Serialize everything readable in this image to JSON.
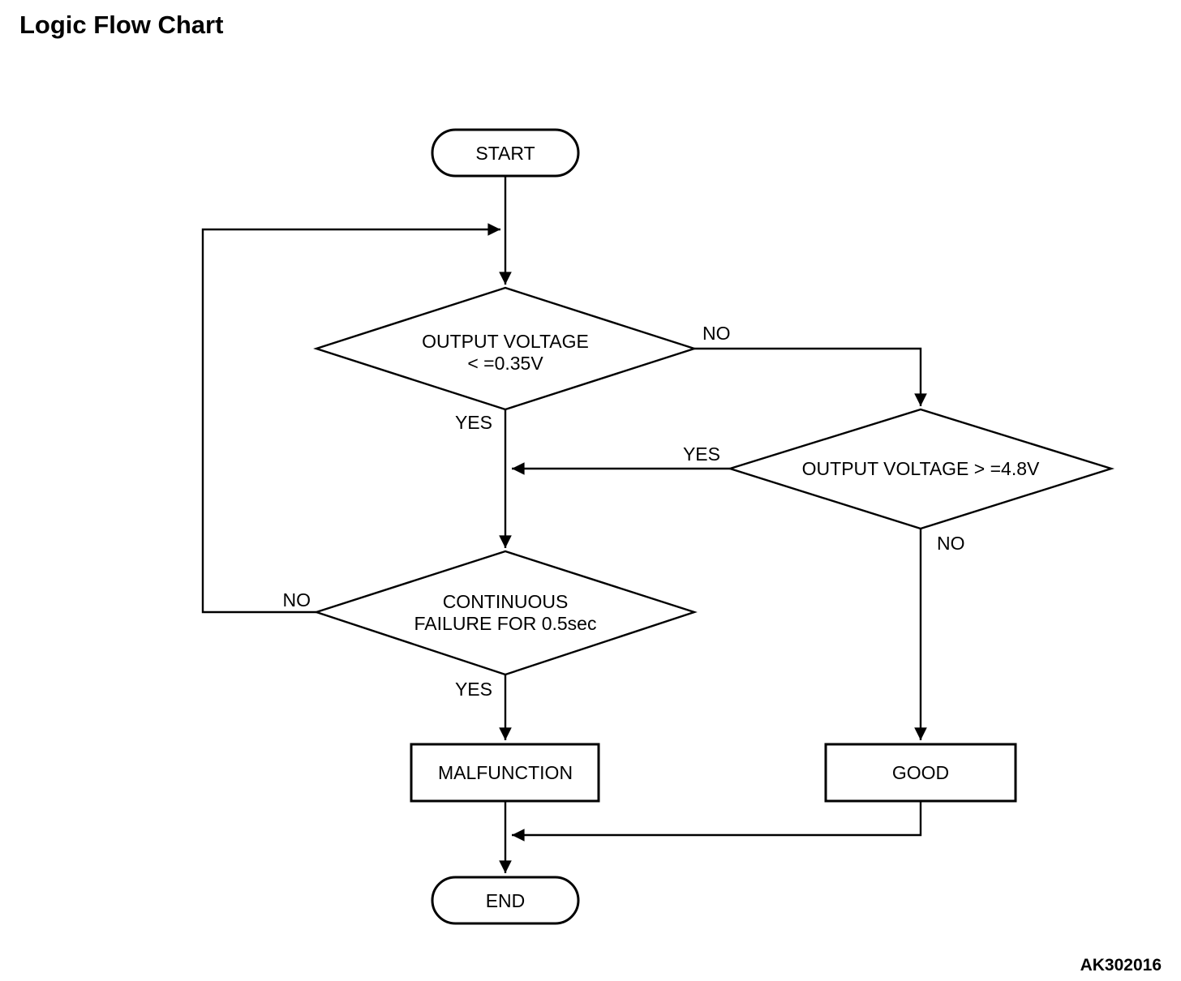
{
  "page": {
    "title": "Logic Flow Chart",
    "footer_code": "AK302016"
  },
  "colors": {
    "background": "#ffffff",
    "line": "#000000",
    "text": "#000000"
  },
  "flowchart": {
    "start": {
      "label": "START"
    },
    "decision_voltage_low": {
      "line1": "OUTPUT VOLTAGE",
      "line2": "< =0.35V",
      "no_label": "NO",
      "yes_label": "YES"
    },
    "decision_voltage_high": {
      "label": "OUTPUT VOLTAGE > =4.8V",
      "yes_label": "YES",
      "no_label": "NO"
    },
    "decision_continuous_failure": {
      "line1": "CONTINUOUS",
      "line2": "FAILURE FOR 0.5sec",
      "no_label": "NO",
      "yes_label": "YES"
    },
    "malfunction": {
      "label": "MALFUNCTION"
    },
    "good": {
      "label": "GOOD"
    },
    "end": {
      "label": "END"
    }
  }
}
